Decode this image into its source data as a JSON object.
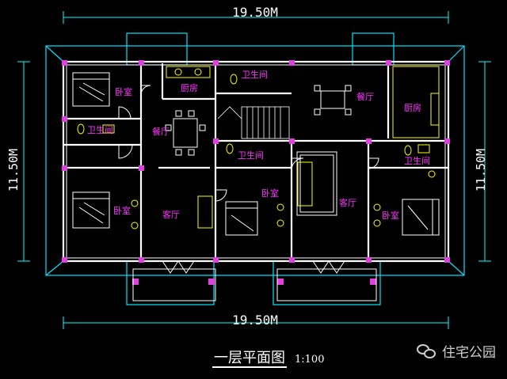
{
  "dimensions": {
    "top": "19.50M",
    "bottom": "19.50M",
    "left": "11.50M",
    "right": "11.50M"
  },
  "rooms": {
    "bedroom_top_left": "卧室",
    "bath_left": "卫生间",
    "kitchen_center": "厨房",
    "bath_top_center": "卫生间",
    "dining_left": "餐厅",
    "bath_mid": "卫生间",
    "bedroom_left": "卧室",
    "living_left": "客厅",
    "bedroom_center": "卧室",
    "dining_right": "餐厅",
    "living_right": "客厅",
    "kitchen_right": "厨房",
    "bath_right": "卫生间",
    "bedroom_right": "卧室"
  },
  "title": "一层平面图",
  "scale": "1:100",
  "watermark": "住宅公园",
  "colors": {
    "wall": "#ffffff",
    "frame": "#00e5ff",
    "room_text": "#ff33ff",
    "fixtures": "#ffff00",
    "dims": "#00ffff"
  }
}
